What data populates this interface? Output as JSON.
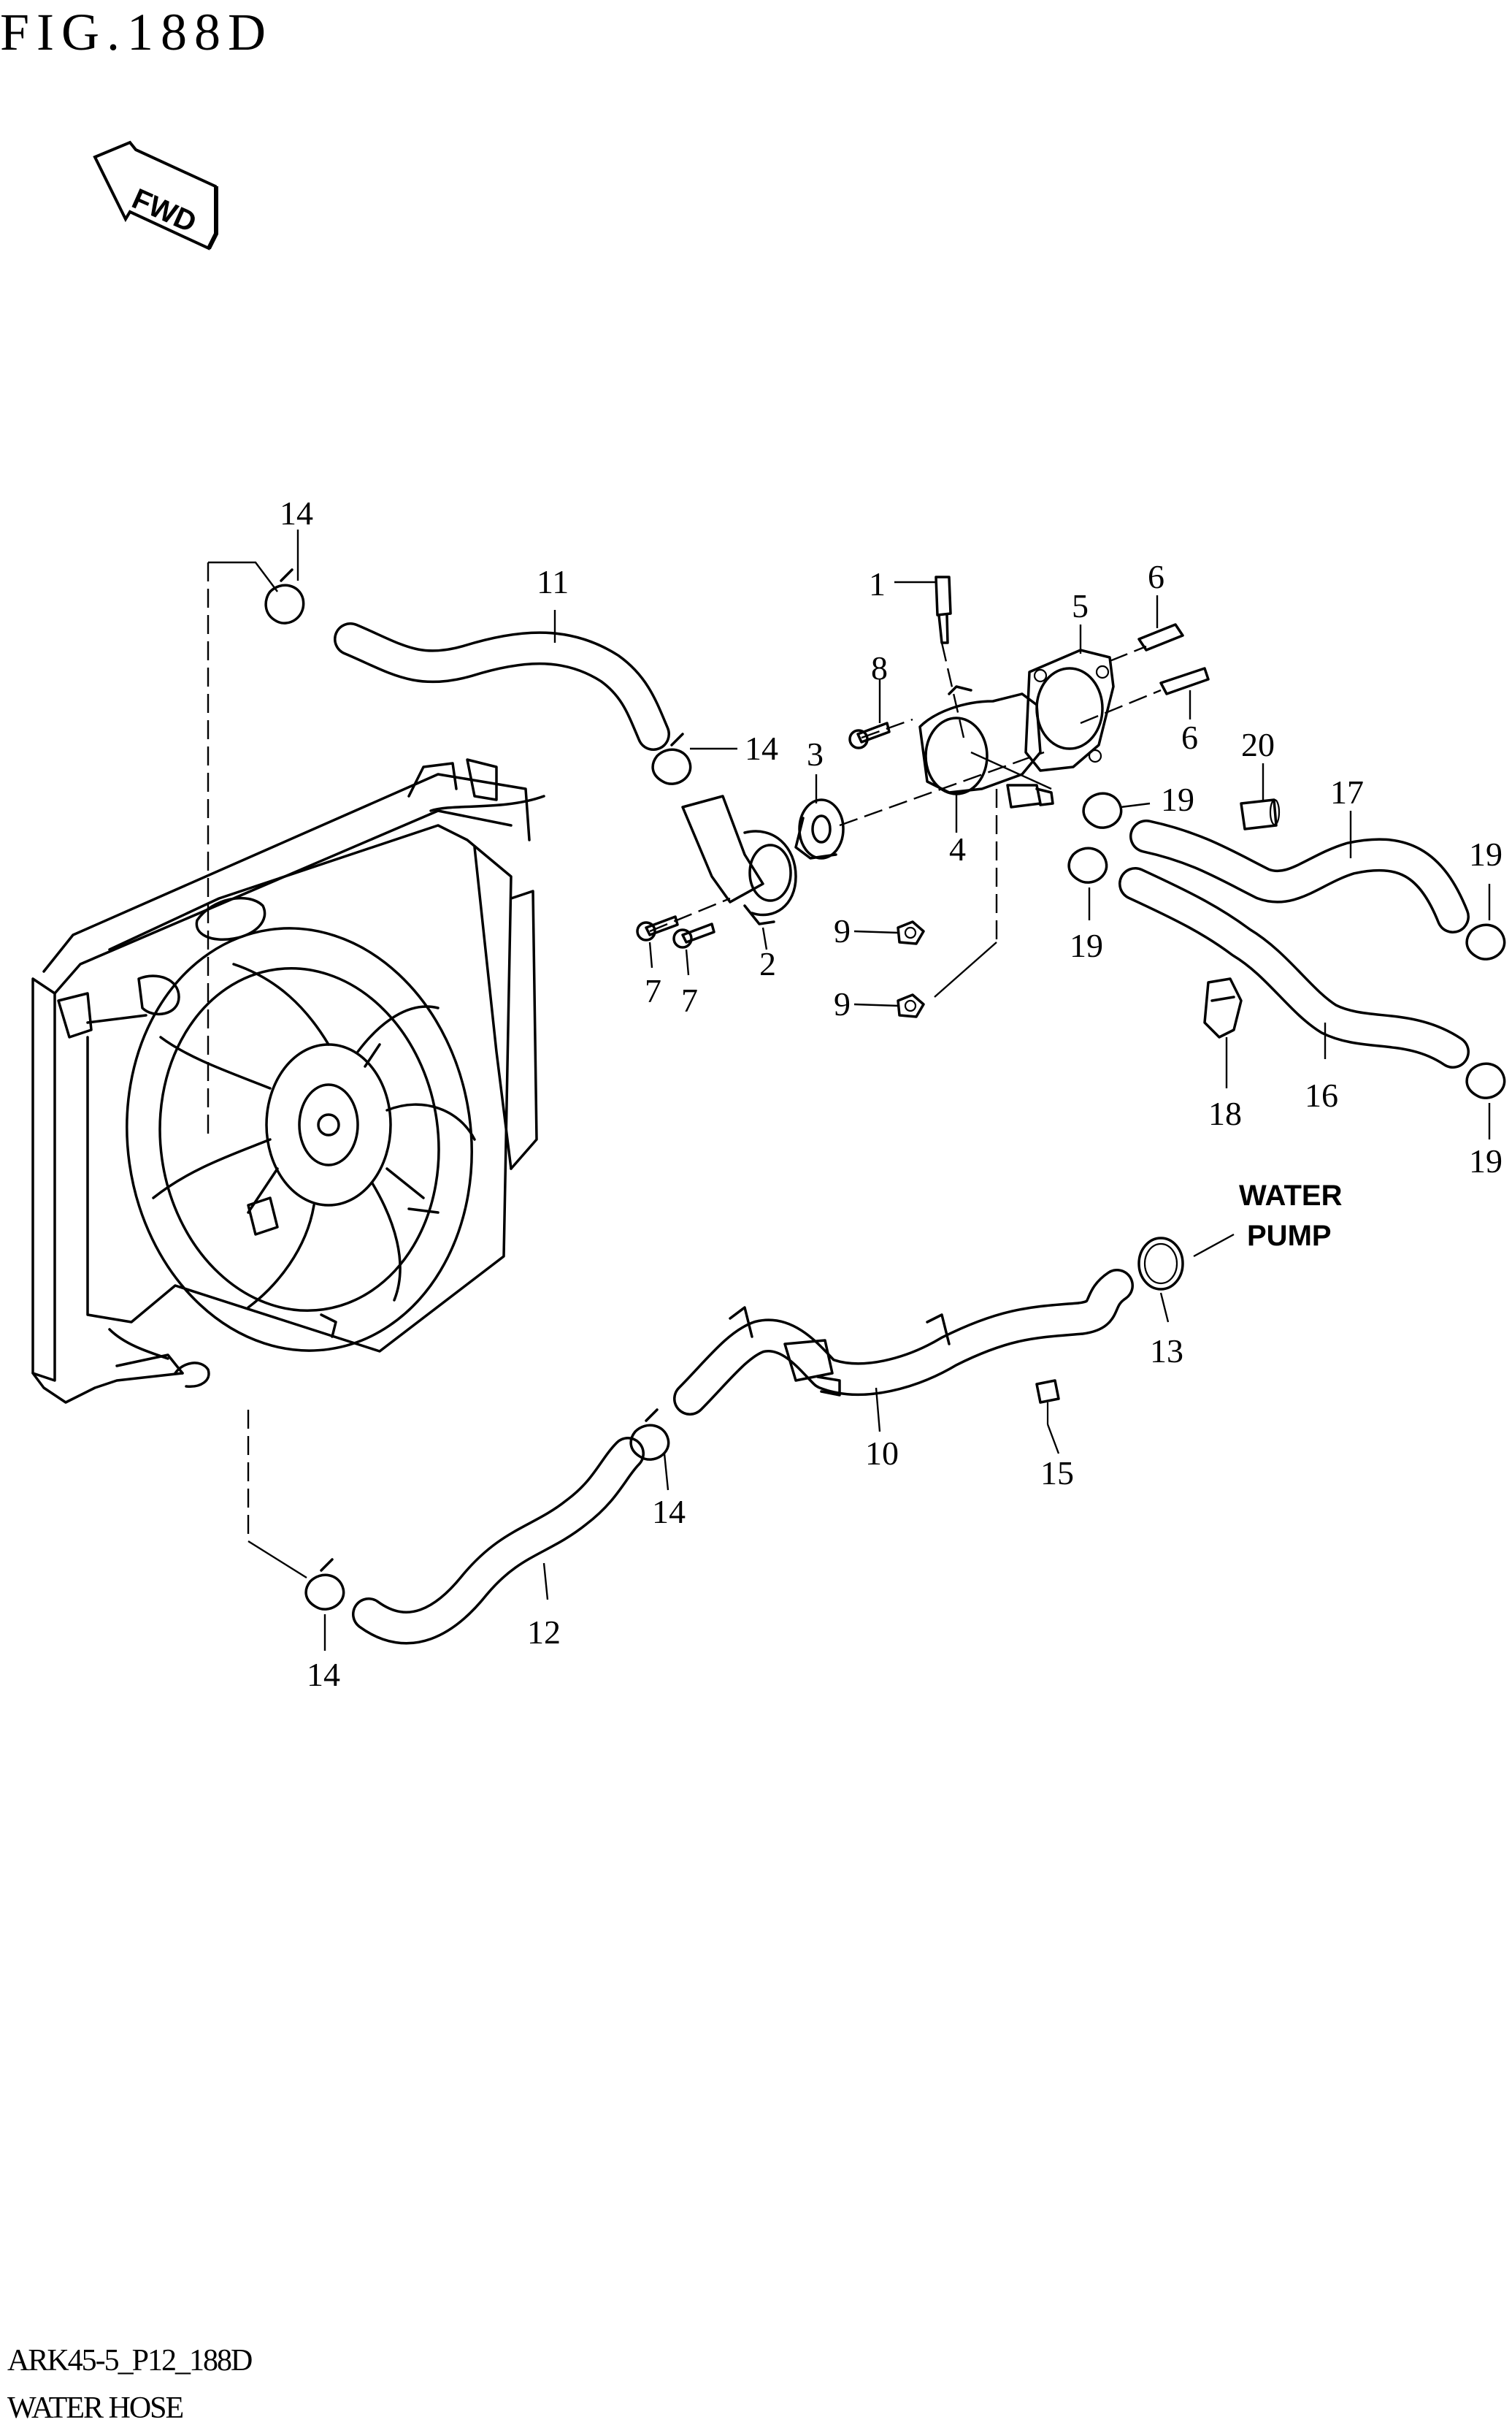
{
  "header": {
    "figure_title": "FIG.188D"
  },
  "direction_marker": {
    "text": "FWD",
    "icon": "fwd-arrow-icon"
  },
  "water_pump_label": {
    "line1": "WATER",
    "line2": "PUMP"
  },
  "callouts": {
    "c1": "1",
    "c2": "2",
    "c3": "3",
    "c4": "4",
    "c5": "5",
    "c6a": "6",
    "c6b": "6",
    "c7a": "7",
    "c7b": "7",
    "c8": "8",
    "c9a": "9",
    "c9b": "9",
    "c10": "10",
    "c11": "11",
    "c12": "12",
    "c13": "13",
    "c14a": "14",
    "c14b": "14",
    "c14c": "14",
    "c14d": "14",
    "c15": "15",
    "c16": "16",
    "c17": "17",
    "c18": "18",
    "c19a": "19",
    "c19b": "19",
    "c19c": "19",
    "c19d": "19",
    "c20": "20"
  },
  "footer": {
    "code": "ARK45-5_P12_188D",
    "caption": "WATER HOSE"
  }
}
